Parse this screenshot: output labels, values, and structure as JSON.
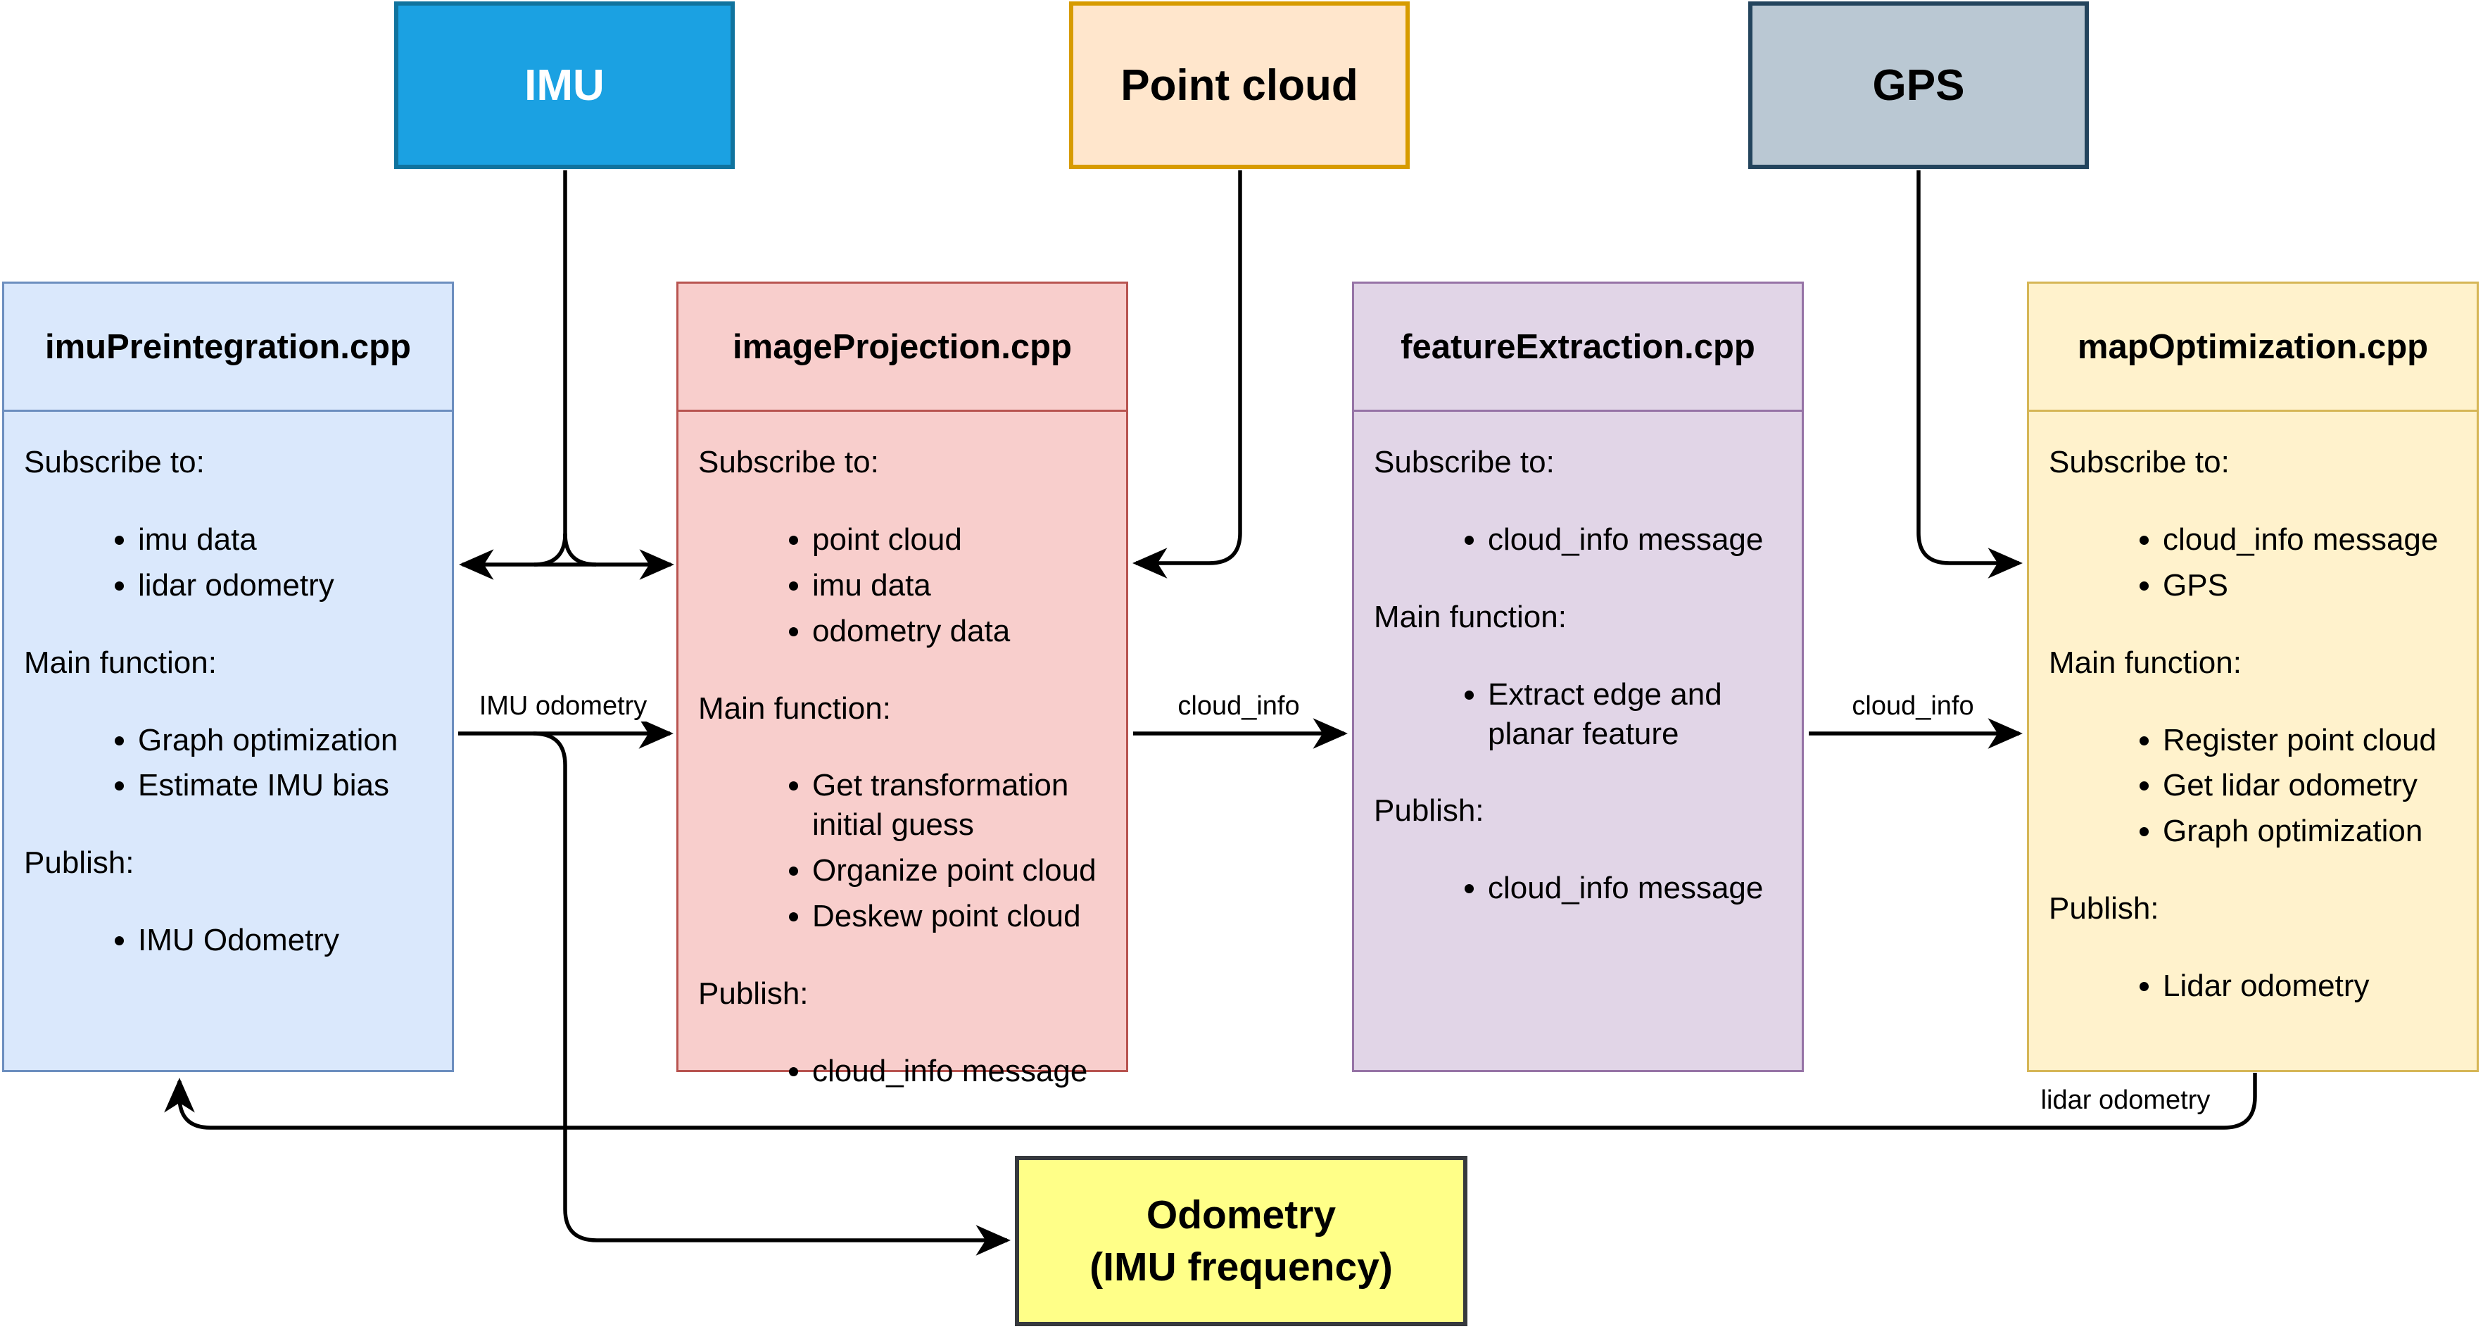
{
  "canvas": {
    "background": "#FFFFFF",
    "edge_color": "#000000"
  },
  "sources": [
    {
      "label": "IMU",
      "fill": "#1BA1E2",
      "stroke": "#10739E",
      "text_color": "#FFFFFF"
    },
    {
      "label": "Point cloud",
      "fill": "#FFE6CC",
      "stroke": "#D79B00",
      "text_color": "#000000"
    },
    {
      "label": "GPS",
      "fill": "#BAC8D3",
      "stroke": "#23445D",
      "text_color": "#000000"
    }
  ],
  "modules": [
    {
      "title": "imuPreintegration.cpp",
      "fill": "#DAE8FC",
      "stroke": "#6C8EBF",
      "sections": [
        {
          "heading": "Subscribe to:",
          "items": [
            "imu data",
            "lidar odometry"
          ]
        },
        {
          "heading": "Main function:",
          "items": [
            "Graph optimization",
            "Estimate IMU bias"
          ]
        },
        {
          "heading": "Publish:",
          "items": [
            "IMU Odometry"
          ]
        }
      ]
    },
    {
      "title": "imageProjection.cpp",
      "fill": "#F8CECC",
      "stroke": "#B85450",
      "sections": [
        {
          "heading": "Subscribe to:",
          "items": [
            "point cloud",
            "imu data",
            "odometry data"
          ]
        },
        {
          "heading": "Main function:",
          "items": [
            "Get transformation initial guess",
            "Organize point cloud",
            "Deskew point cloud"
          ]
        },
        {
          "heading": "Publish:",
          "items": [
            "cloud_info message"
          ]
        }
      ]
    },
    {
      "title": "featureExtraction.cpp",
      "fill": "#E1D5E7",
      "stroke": "#9673A6",
      "sections": [
        {
          "heading": "Subscribe to:",
          "items": [
            "cloud_info message"
          ]
        },
        {
          "heading": "Main function:",
          "items": [
            "Extract edge and planar feature"
          ]
        },
        {
          "heading": "Publish:",
          "items": [
            "cloud_info message"
          ]
        }
      ]
    },
    {
      "title": "mapOptimization.cpp",
      "fill": "#FFF2CC",
      "stroke": "#D6B656",
      "sections": [
        {
          "heading": "Subscribe to:",
          "items": [
            "cloud_info message",
            "GPS"
          ]
        },
        {
          "heading": "Main function:",
          "items": [
            "Register point cloud",
            "Get lidar odometry",
            "Graph optimization"
          ]
        },
        {
          "heading": "Publish:",
          "items": [
            "Lidar odometry"
          ]
        }
      ]
    }
  ],
  "output_box": {
    "line1": "Odometry",
    "line2": "(IMU frequency)",
    "fill": "#FFFF88",
    "stroke": "#36393D"
  },
  "edge_labels": [
    {
      "id": "imu-odometry",
      "text": "IMU odometry"
    },
    {
      "id": "cloud-info-1",
      "text": "cloud_info"
    },
    {
      "id": "cloud-info-2",
      "text": "cloud_info"
    },
    {
      "id": "lidar-odometry",
      "text": "lidar odometry"
    }
  ]
}
